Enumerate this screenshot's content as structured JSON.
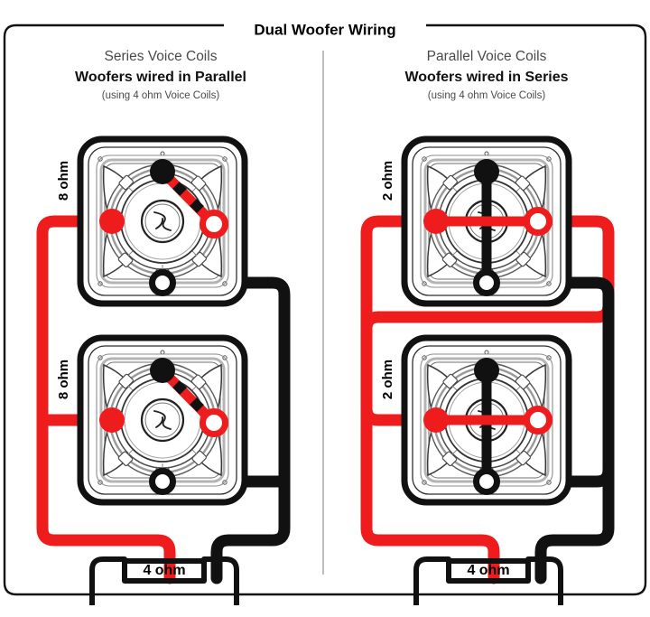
{
  "figure": {
    "title": "Dual Woofer Wiring",
    "border_color": "#111111",
    "divider_color": "#9a9a9a"
  },
  "colors": {
    "positive_wire": "#ee1c1c",
    "negative_wire": "#111111",
    "frame": "#111111",
    "basket": "#3a3a3a",
    "background": "#ffffff"
  },
  "panels": [
    {
      "id": "left",
      "subtitle": "Series Voice Coils",
      "title": "Woofers wired in Parallel",
      "note": "(using 4 ohm Voice Coils)",
      "woofers": [
        {
          "id": "left-top",
          "impedance_label": "8 ohm",
          "coil_config": "series"
        },
        {
          "id": "left-bottom",
          "impedance_label": "8 ohm",
          "coil_config": "series"
        }
      ],
      "amplifier": {
        "label": "4 ohm"
      }
    },
    {
      "id": "right",
      "subtitle": "Parallel Voice Coils",
      "title": "Woofers wired in Series",
      "note": "(using 4 ohm Voice Coils)",
      "woofers": [
        {
          "id": "right-top",
          "impedance_label": "2 ohm",
          "coil_config": "parallel"
        },
        {
          "id": "right-bottom",
          "impedance_label": "2 ohm",
          "coil_config": "parallel"
        }
      ],
      "amplifier": {
        "label": "4 ohm"
      }
    }
  ]
}
